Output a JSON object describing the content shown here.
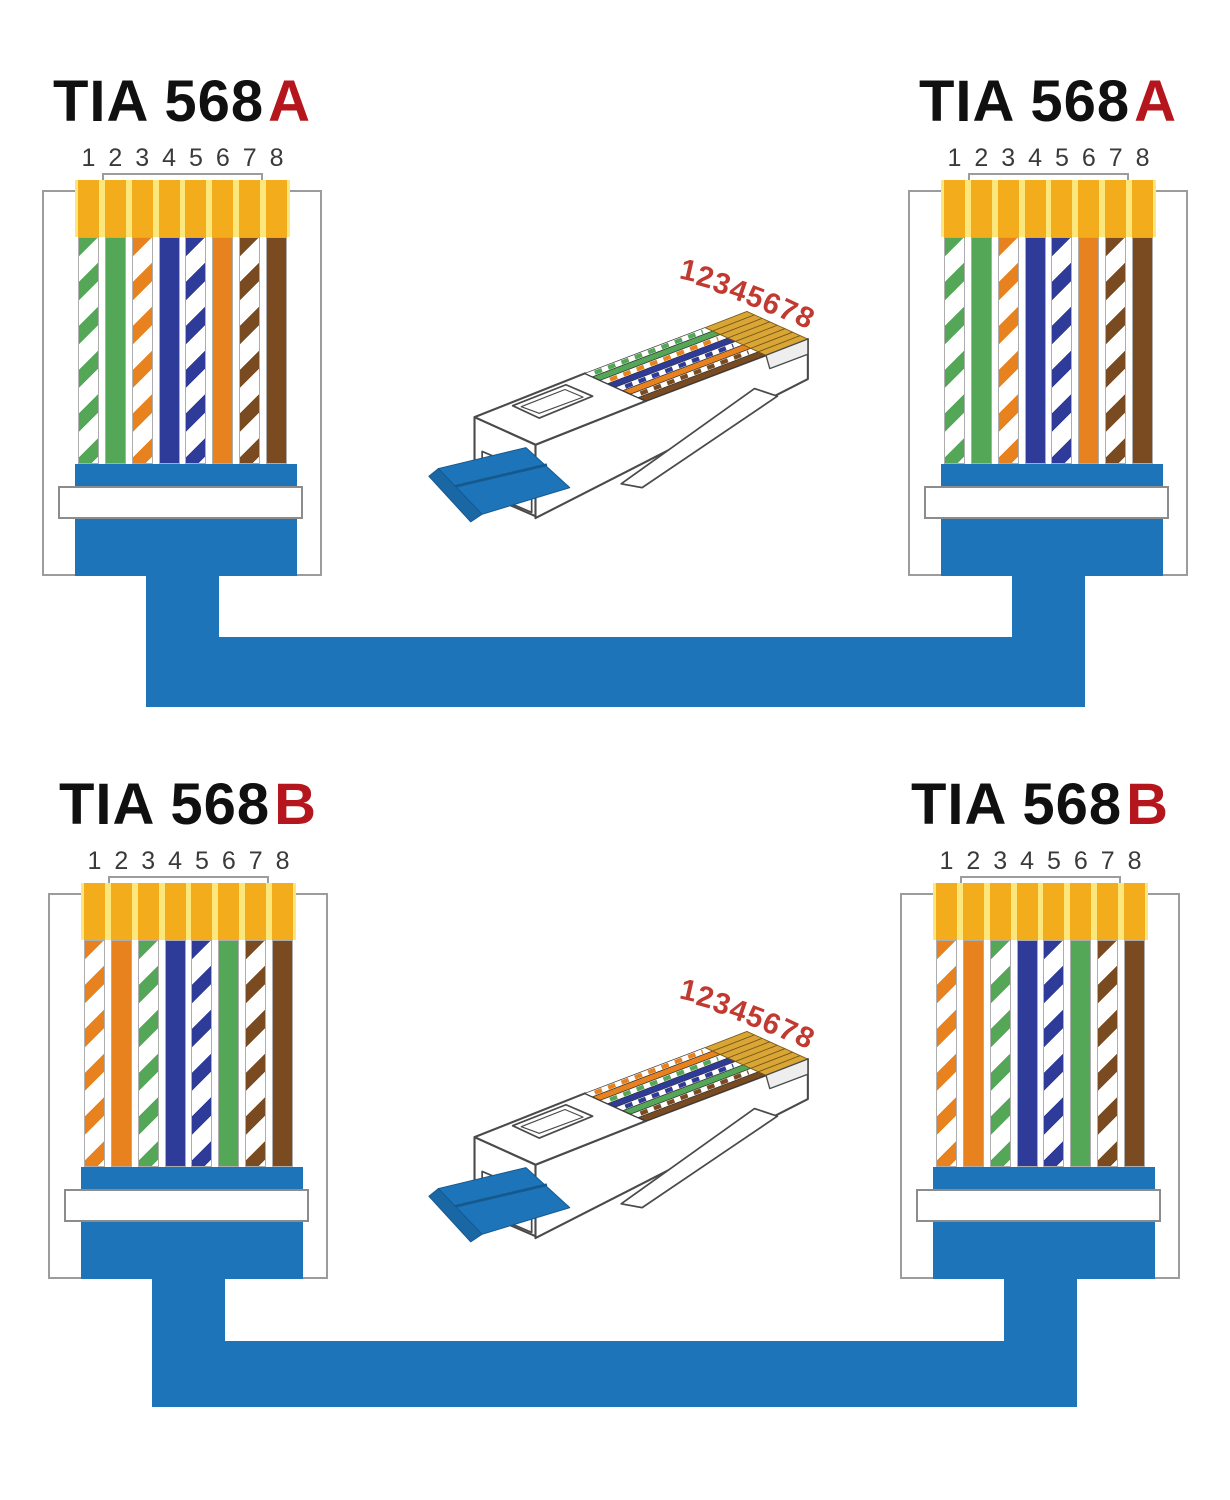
{
  "titles": {
    "prefix": "TIA 568"
  },
  "standards": {
    "A": {
      "label": "A",
      "wires": [
        {
          "color": "green",
          "striped": true
        },
        {
          "color": "green",
          "striped": false
        },
        {
          "color": "orange",
          "striped": true
        },
        {
          "color": "blue",
          "striped": false
        },
        {
          "color": "blue",
          "striped": true
        },
        {
          "color": "orange",
          "striped": false
        },
        {
          "color": "brown",
          "striped": true
        },
        {
          "color": "brown",
          "striped": false
        }
      ]
    },
    "B": {
      "label": "B",
      "wires": [
        {
          "color": "orange",
          "striped": true
        },
        {
          "color": "orange",
          "striped": false
        },
        {
          "color": "green",
          "striped": true
        },
        {
          "color": "blue",
          "striped": false
        },
        {
          "color": "blue",
          "striped": true
        },
        {
          "color": "green",
          "striped": false
        },
        {
          "color": "brown",
          "striped": true
        },
        {
          "color": "brown",
          "striped": false
        }
      ]
    }
  },
  "pin_numbers": [
    "1",
    "2",
    "3",
    "4",
    "5",
    "6",
    "7",
    "8"
  ],
  "rj45_digits": [
    "1",
    "2",
    "3",
    "4",
    "5",
    "6",
    "7",
    "8"
  ],
  "sections": [
    {
      "left_standard": "A",
      "right_standard": "A"
    },
    {
      "left_standard": "B",
      "right_standard": "B"
    }
  ],
  "colors": {
    "cable_blue": "#1E74B9",
    "cable_blue_dark": "#15598F",
    "pin_gold": "#F3AC1B",
    "pin_gold_light": "#FBE77B",
    "pin3d_gold": "#D9A636",
    "accent_red": "#B5161D",
    "digits_red": "#C03A31",
    "title_black": "#101010",
    "number_gray": "#3A3A3A",
    "wire_green": "#53A757",
    "wire_orange": "#E7821E",
    "wire_blue": "#2E3B98",
    "wire_brown": "#7A4A20",
    "sketch_stroke": "#4A4A4A"
  }
}
